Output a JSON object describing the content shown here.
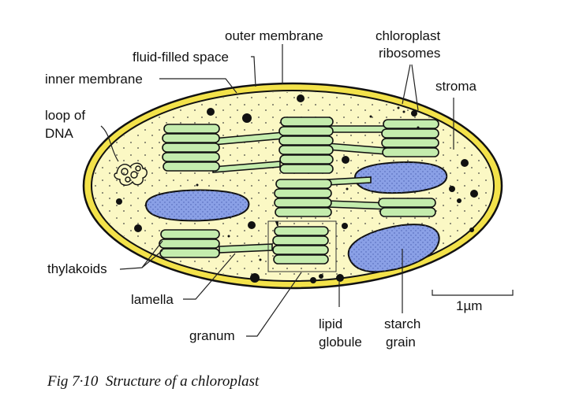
{
  "labels": {
    "outer_membrane": "outer membrane",
    "fluid_filled_space": "fluid-filled space",
    "inner_membrane": "inner membrane",
    "chloroplast_ribosomes_1": "chloroplast",
    "chloroplast_ribosomes_2": "ribosomes",
    "stroma": "stroma",
    "loop_of_dna_1": "loop of",
    "loop_of_dna_2": "DNA",
    "thylakoids": "thylakoids",
    "lamella": "lamella",
    "granum": "granum",
    "lipid_globule_1": "lipid",
    "lipid_globule_2": "globule",
    "starch_grain_1": "starch",
    "starch_grain_2": "grain",
    "scale": "1µm"
  },
  "caption": "Fig 7·10  Structure of a chloroplast",
  "colors": {
    "outer_membrane": "#f3e24a",
    "stroma": "#fbf8c4",
    "thylakoid": "#c4ecad",
    "starch": "#8aa0e6",
    "outline": "#111111"
  }
}
